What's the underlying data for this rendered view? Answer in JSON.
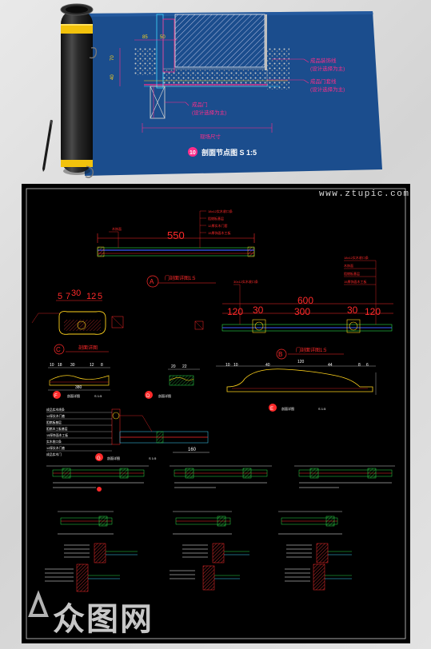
{
  "colors": {
    "page_bg": "#dedede",
    "blueprint_bg": "#1d4f8f",
    "cad_bg": "#000000",
    "magenta": "#ff2d8a",
    "red": "#ff2a2a",
    "green": "#2bdc4a",
    "cyan": "#3fd9ff",
    "yellow": "#ffd21c",
    "white": "#ffffff"
  },
  "watermark": {
    "url": "www.ztupic.com",
    "logo_text": "众图网"
  },
  "top_sheet": {
    "dims": [
      "85",
      "50",
      "70",
      "40"
    ],
    "notes": [
      "成品装饰线",
      "(设计选择为主)",
      "成品门套线",
      "(设计选择为主)",
      "成品门",
      "(设计选择为主)"
    ],
    "site_size": "现场尺寸",
    "title_num": "10",
    "title": "剖面节点图 S 1:5"
  },
  "cad": {
    "detail1": {
      "width": "550",
      "notes": [
        "18x12实木收口条",
        "阻燃板基层",
        "12厚实木门套",
        "15厚饰面木工板"
      ],
      "left_note": "木饰面"
    },
    "section_a": {
      "letter": "A",
      "label": "门剖面详图1:5"
    },
    "detail_c": {
      "dims": [
        "5",
        "7",
        "30",
        "12",
        "5"
      ],
      "letter": "C",
      "label": "剖面详图"
    },
    "detail_b": {
      "top_dims": [
        "600"
      ],
      "dims": [
        "120",
        "30",
        "300",
        "30",
        "120"
      ],
      "notes": [
        "18x12实木收口条",
        "木饰面",
        "阻燃板基层",
        "15厚饰面木工板"
      ],
      "left_note": "30x12实木收口条",
      "letter": "B",
      "label": "门剖面详图1:5"
    },
    "row3": {
      "dims_f": [
        "10",
        "18",
        "30",
        "12",
        "8"
      ],
      "width_f": "380",
      "letter_f": "F",
      "label_f": "剖面详图",
      "scale_f": "S 1:5",
      "dims_d": [
        "20",
        "22"
      ],
      "letter_d": "D",
      "label_d": "剖面详图",
      "dims_e": [
        "10",
        "10",
        "40",
        "120",
        "44",
        "8",
        "6"
      ],
      "letter_e": "E",
      "label_e": "剖面详图",
      "scale_e": "S 1:5"
    },
    "section_g": {
      "notes": [
        "成品实木线条",
        "12厚实木门套",
        "阻燃板基层",
        "阻燃木工板基层",
        "15厚饰面木工板",
        "实木收口条",
        "12厚实木门套",
        "成品实木门"
      ],
      "dim": "160",
      "letter": "G",
      "label": "剖面详图",
      "scale": "S 1:5"
    }
  }
}
